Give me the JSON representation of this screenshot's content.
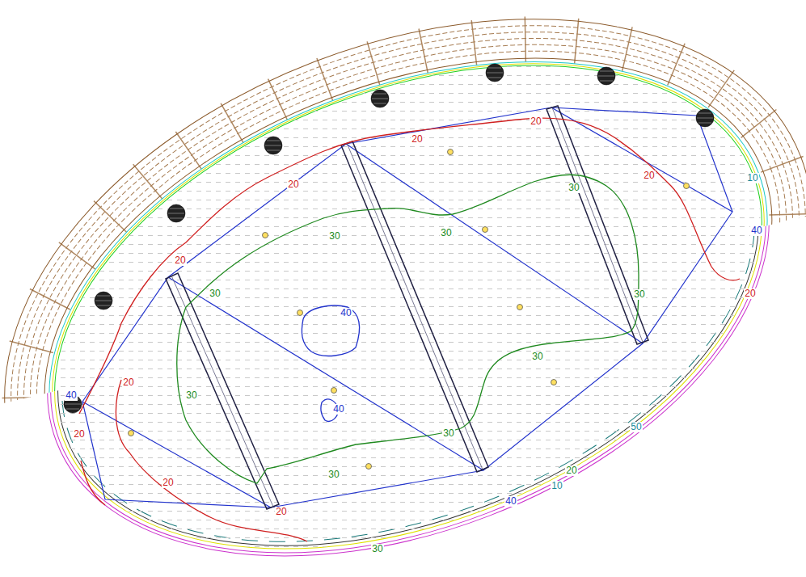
{
  "diagram": {
    "labels": [
      "20",
      "20",
      "20",
      "10",
      "30",
      "20",
      "30",
      "30",
      "40",
      "20",
      "30",
      "20",
      "30",
      "40",
      "20",
      "30",
      "30",
      "40",
      "40",
      "30",
      "20",
      "20",
      "30",
      "50",
      "20",
      "10",
      "40",
      "20",
      "30"
    ]
  }
}
